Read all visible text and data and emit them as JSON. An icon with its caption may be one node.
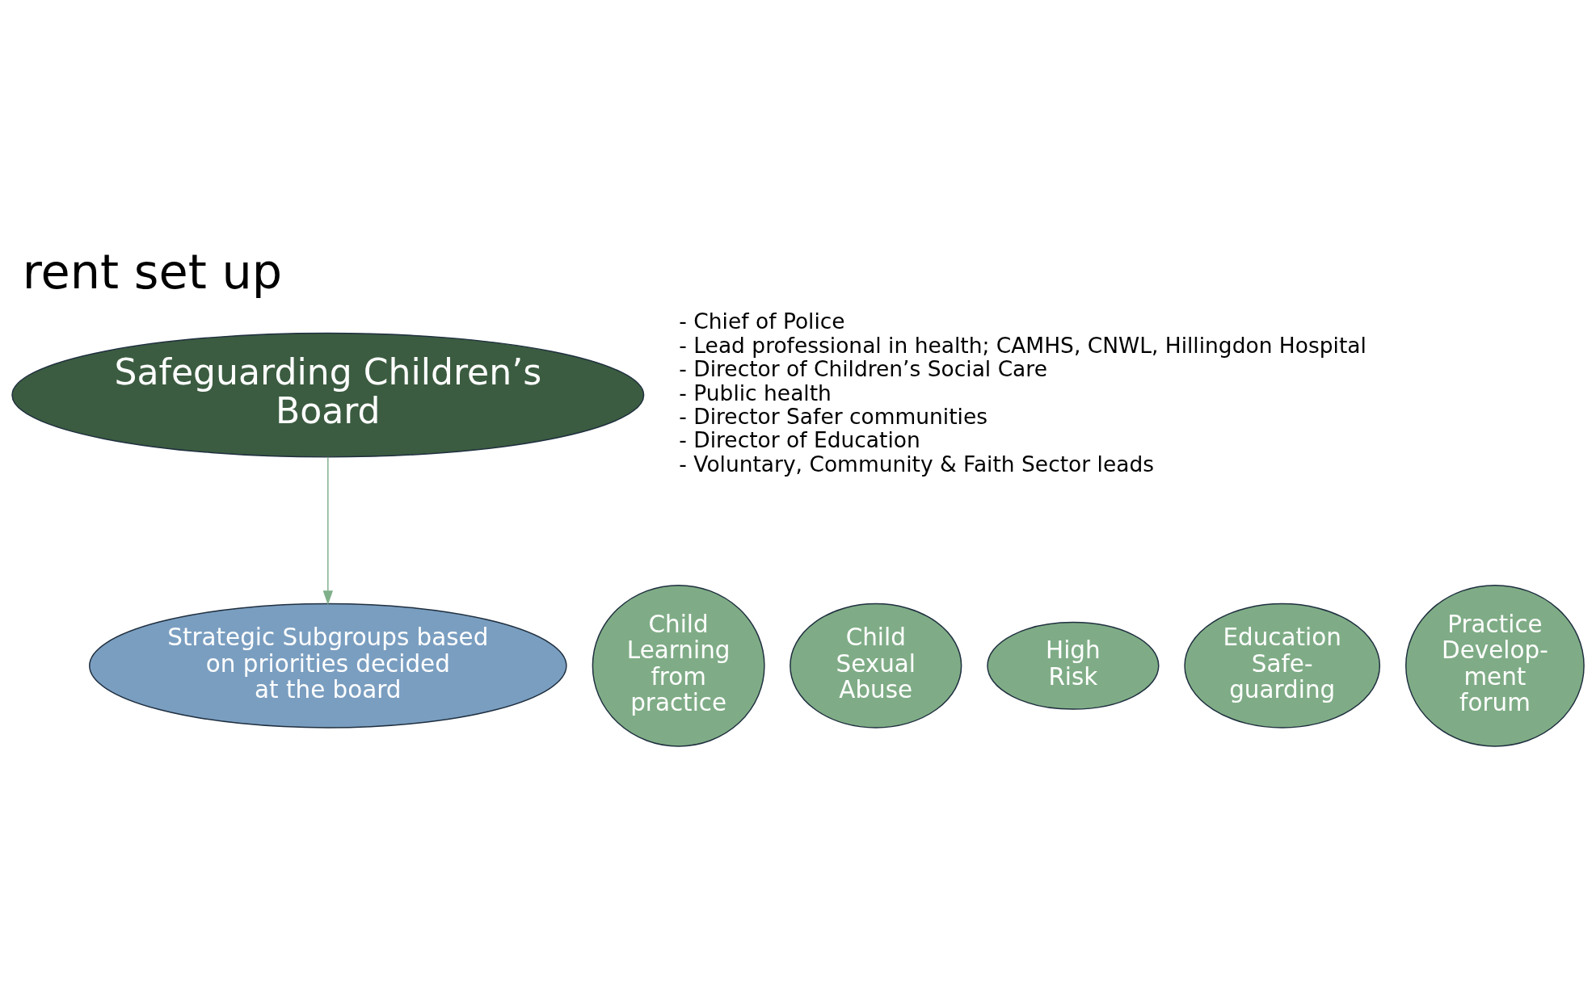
{
  "diagram": {
    "title": "rent set up",
    "nodes": [
      {
        "text": [
          "Safeguarding Children’s Board"
        ]
      },
      {
        "text": [
          "Strategic Subgroups based on priorities decided at the board"
        ]
      },
      {
        "text": [
          "Child Sexual Abuse"
        ]
      },
      {
        "text": [
          "Child Learning from practice"
        ]
      },
      {
        "text": [
          "High Risk"
        ]
      },
      {
        "text": [
          "Education Safe- guarding"
        ]
      },
      {
        "text": [
          "Practice Develop- ment forum"
        ]
      }
    ],
    "edges": [
      {
        "from": 0,
        "to": 1,
        "arrow": "to",
        "color": "#7fb08a"
      }
    ],
    "labels": [
      "- Chief of Police",
      "- Lead professional in health; CAMHS, CNWL, Hillingdon Hospital",
      "- Director of Children’s Social Care",
      "- Public health",
      "- Director Safer communities",
      "- Director of Education",
      "- Voluntary, Community & Faith Sector leads"
    ]
  }
}
